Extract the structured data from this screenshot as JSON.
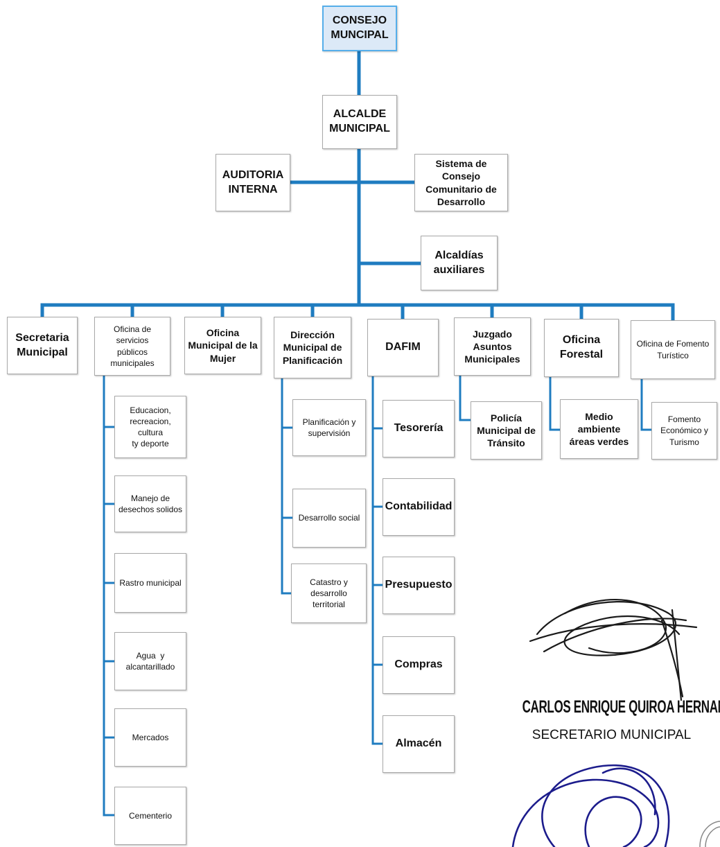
{
  "org": {
    "consejo": [
      "CONSEJO",
      "MUNCIPAL"
    ],
    "alcalde": [
      "ALCALDE",
      "MUNICIPAL"
    ],
    "auditoria": [
      "AUDITORIA",
      "INTERNA"
    ],
    "sistema": [
      "Sistema de Consejo",
      "Comunitario de",
      "Desarrollo"
    ],
    "auxiliares": [
      "Alcaldías",
      "auxiliares"
    ],
    "secretaria": [
      "Secretaria",
      "Municipal"
    ],
    "servicios": [
      "Oficina de servicios",
      "públicos",
      "municipales"
    ],
    "mujer": [
      "Oficina",
      "Municipal de la",
      "Mujer"
    ],
    "planificacion": [
      "Dirección",
      "Municipal de",
      "Planificación"
    ],
    "dafim": "DAFIM",
    "juzgado": [
      "Juzgado Asuntos",
      "Municipales"
    ],
    "forestal": [
      "Oficina",
      "Forestal"
    ],
    "fomento": [
      "Oficina de Fomento",
      "Turístico"
    ],
    "educacion": [
      "Educacion,",
      "recreacion, cultura",
      "ty deporte"
    ],
    "desechos": [
      "Manejo de",
      "desechos solidos"
    ],
    "rastro": "Rastro municipal",
    "agua": [
      "Agua  y",
      "alcantarillado"
    ],
    "mercados": "Mercados",
    "cementerio": "Cementerio",
    "planif_sup": [
      "Planificación y",
      "supervisión"
    ],
    "des_social": "Desarrollo social",
    "catastro": [
      "Catastro y",
      "desarrollo",
      "territorial"
    ],
    "tesoreria": "Tesorería",
    "contabilidad": "Contabilidad",
    "presupuesto": "Presupuesto",
    "compras": "Compras",
    "almacen": "Almacén",
    "policia": [
      "Policía",
      "Municipal de",
      "Tránsito"
    ],
    "medio": [
      "Medio ambiente",
      "áreas verdes"
    ],
    "fomento_eco": [
      "Fomento",
      "Económico y",
      "Turismo"
    ]
  },
  "signature": {
    "name": "CARLOS ENRIQUE QUIROA HERNANDEZ",
    "title": "SECRETARIO MUNICIPAL"
  },
  "colors": {
    "connector": "#1f7cc0",
    "root_fill": "#dce9f7",
    "root_border": "#55aeea",
    "box_border": "#a9a9a9",
    "signature_ink_1": "#1a1a1a",
    "signature_ink_2": "#1c1c8c"
  }
}
